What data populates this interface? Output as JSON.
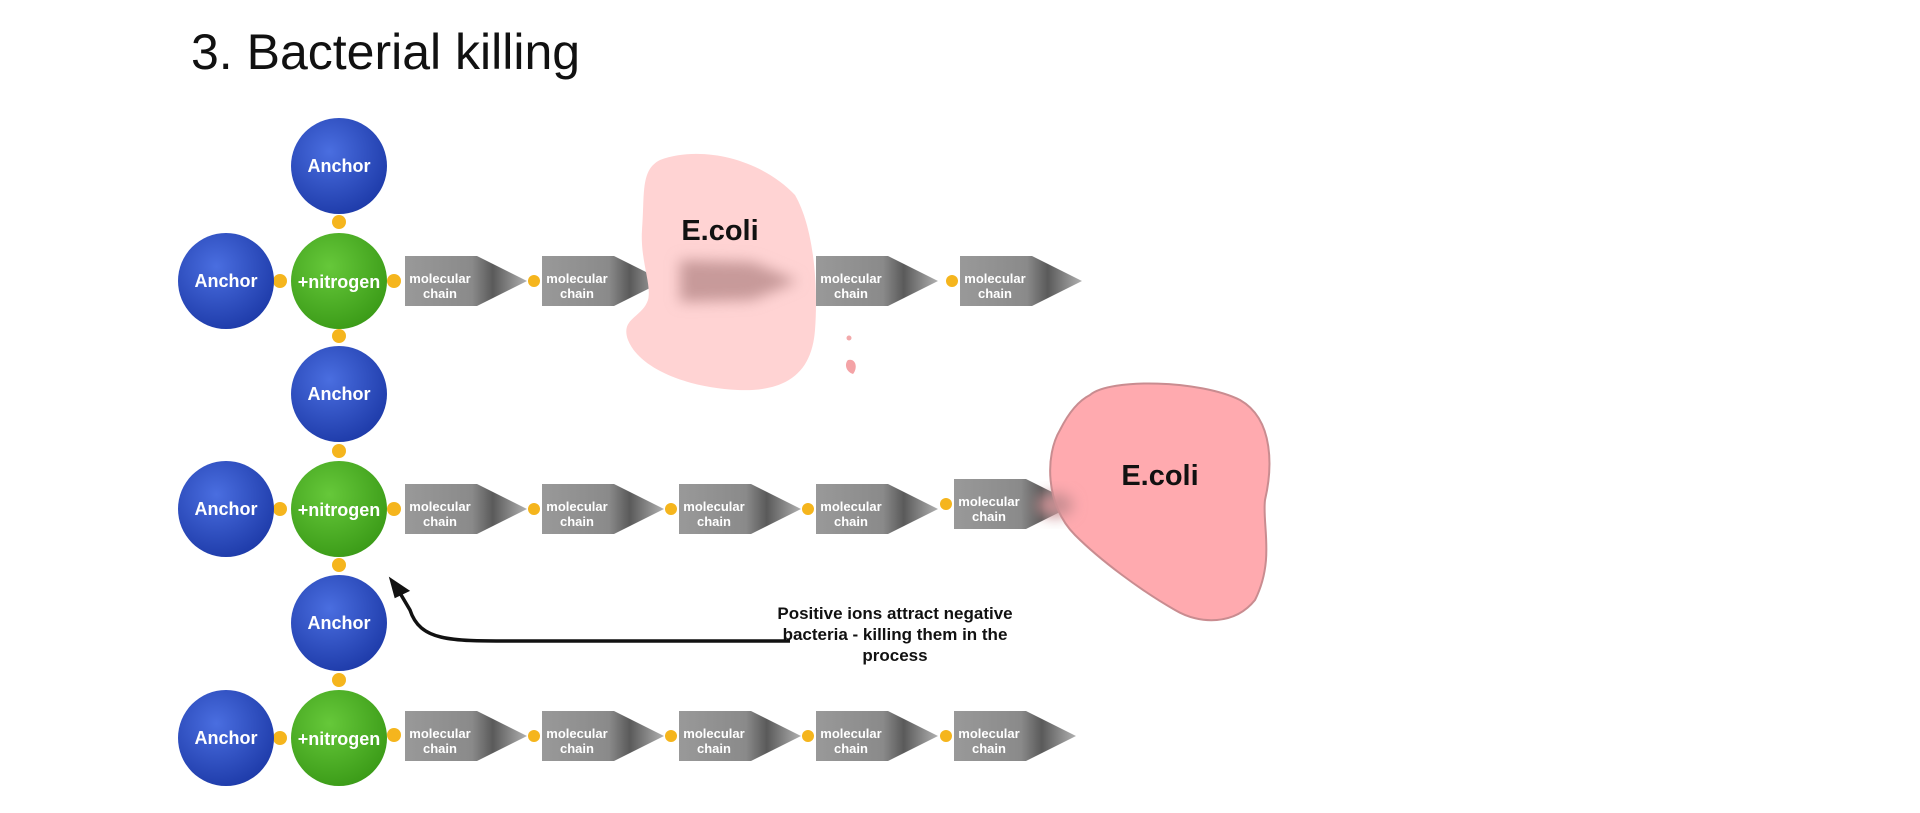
{
  "page": {
    "title": "3. Bacterial killing"
  },
  "labels": {
    "anchor": "Anchor",
    "nitrogen": "+nitrogen",
    "chain_line1": "molecular",
    "chain_line2": "chain",
    "bacterium": "E.coli",
    "annotation": "Positive ions attract negative bacteria - killing them in the process"
  },
  "rows": [
    {
      "chains": 5,
      "bacterium_on_chain": 3,
      "bacterium_state": "killed"
    },
    {
      "chains": 5,
      "bacterium_at_end": true,
      "bacterium_state": "attracted"
    },
    {
      "chains": 5
    }
  ],
  "colors": {
    "anchor": "#2d4fc9",
    "nitrogen": "#4cb224",
    "link": "#f5b51d",
    "chain": "#8e8e8e",
    "ecoli_killed": "#ffd3d3",
    "ecoli_active": "#ffaaaf",
    "arrow": "#111111"
  }
}
